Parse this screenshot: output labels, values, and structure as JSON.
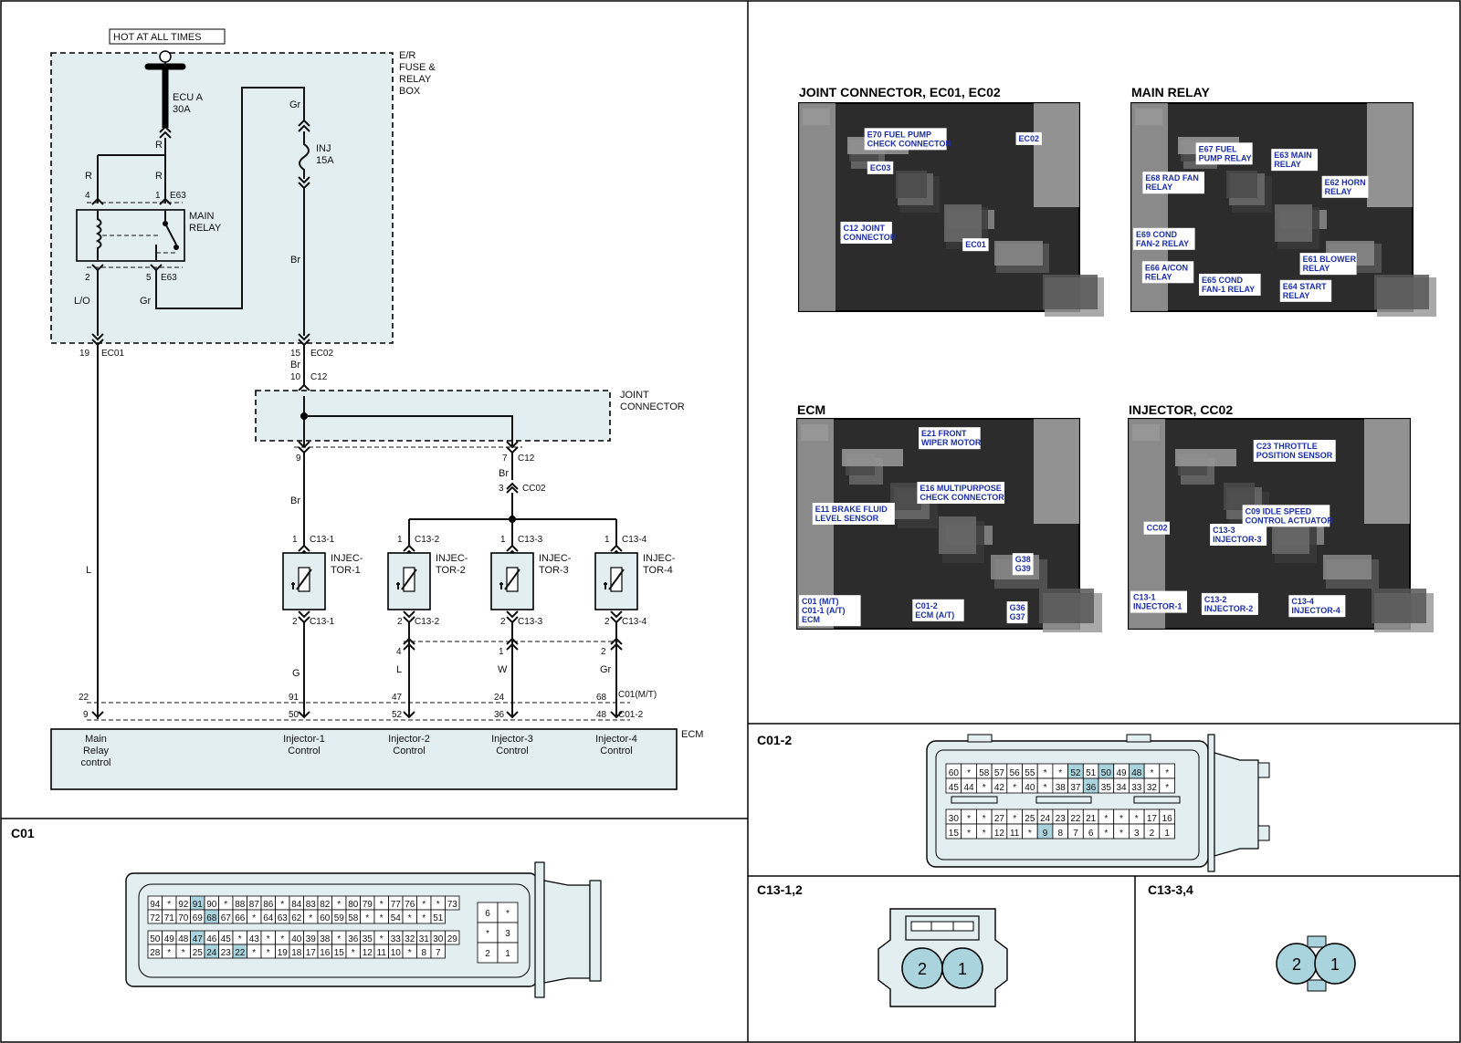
{
  "schematic": {
    "hot_label": "HOT AT ALL TIMES",
    "fuse_box_label": [
      "E/R",
      "FUSE &",
      "RELAY",
      "BOX"
    ],
    "fuse_ecu": [
      "ECU A",
      "30A"
    ],
    "fuse_inj": [
      "INJ",
      "15A"
    ],
    "main_relay_label": [
      "MAIN",
      "RELAY"
    ],
    "joint_connector_label": [
      "JOINT",
      "CONNECTOR"
    ],
    "ecm_label": "ECM",
    "wire_labels": {
      "r1": "R",
      "r2": "R",
      "r3": "R",
      "gr1": "Gr",
      "gr2": "Gr",
      "br1": "Br",
      "lo": "L/O",
      "l": "L",
      "br2": "Br",
      "br3": "Br",
      "br4": "Br",
      "g": "G",
      "l2": "L",
      "w": "W",
      "gr3": "Gr"
    },
    "pins": {
      "p4": "4",
      "p1": "1",
      "e63a": "E63",
      "p2": "2",
      "p5": "5",
      "e63b": "E63",
      "p19": "19",
      "ec01": "EC01",
      "p15": "15",
      "ec02": "EC02",
      "p10": "10",
      "c12a": "C12",
      "p9": "9",
      "p7": "7",
      "c12b": "C12",
      "p3": "3",
      "cc02": "CC02",
      "p22": "22",
      "p9b": "9",
      "p91": "91",
      "p50": "50",
      "p47": "47",
      "p52": "52",
      "p24": "24",
      "p36": "36",
      "p68": "68",
      "p48": "48",
      "c01mt": "C01(M/T)",
      "c012": "C01-2",
      "p4b": "4",
      "p1b": "1",
      "p2b": "2"
    },
    "injectors": [
      {
        "top_pin": "1",
        "top_conn": "C13-1",
        "bot_pin": "2",
        "bot_conn": "C13-1",
        "label": [
          "INJEC-",
          "TOR-1"
        ]
      },
      {
        "top_pin": "1",
        "top_conn": "C13-2",
        "bot_pin": "2",
        "bot_conn": "C13-2",
        "label": [
          "INJEC-",
          "TOR-2"
        ]
      },
      {
        "top_pin": "1",
        "top_conn": "C13-3",
        "bot_pin": "2",
        "bot_conn": "C13-3",
        "label": [
          "INJEC-",
          "TOR-3"
        ]
      },
      {
        "top_pin": "1",
        "top_conn": "C13-4",
        "bot_pin": "2",
        "bot_conn": "C13-4",
        "label": [
          "INJEC-",
          "TOR-4"
        ]
      }
    ],
    "ecm_terminals": [
      [
        "Main",
        "Relay",
        "control"
      ],
      [
        "Injector-1",
        "Control"
      ],
      [
        "Injector-2",
        "Control"
      ],
      [
        "Injector-3",
        "Control"
      ],
      [
        "Injector-4",
        "Control"
      ]
    ]
  },
  "photos": [
    {
      "title": "JOINT CONNECTOR, EC01, EC02",
      "callouts": [
        [
          "E70 FUEL PUMP",
          "CHECK CONNECTOR"
        ],
        [
          "EC02"
        ],
        [
          "EC03"
        ],
        [
          "C12 JOINT",
          "CONNECTOR"
        ],
        [
          "EC01"
        ]
      ]
    },
    {
      "title": "MAIN RELAY",
      "callouts": [
        [
          "E67 FUEL",
          "PUMP RELAY"
        ],
        [
          "E63 MAIN",
          "RELAY"
        ],
        [
          "E68 RAD FAN",
          "RELAY"
        ],
        [
          "E62 HORN",
          "RELAY"
        ],
        [
          "E69 COND",
          "FAN-2 RELAY"
        ],
        [
          "E61 BLOWER",
          "RELAY"
        ],
        [
          "E66 A/CON",
          "RELAY"
        ],
        [
          "E65 COND",
          "FAN-1 RELAY"
        ],
        [
          "E64 START",
          "RELAY"
        ]
      ]
    },
    {
      "title": "ECM",
      "callouts": [
        [
          "E21 FRONT",
          "WIPER MOTOR"
        ],
        [
          "E16 MULTIPURPOSE",
          "CHECK CONNECTOR"
        ],
        [
          "E11 BRAKE FLUID",
          "LEVEL SENSOR"
        ],
        [
          "G38",
          "G39"
        ],
        [
          "C01 (M/T)",
          "C01-1 (A/T)",
          "ECM"
        ],
        [
          "C01-2",
          "ECM (A/T)"
        ],
        [
          "G36",
          "G37"
        ]
      ]
    },
    {
      "title": "INJECTOR, CC02",
      "callouts": [
        [
          "C23 THROTTLE",
          "POSITION SENSOR"
        ],
        [
          "C09 IDLE SPEED",
          "CONTROL ACTUATOR"
        ],
        [
          "CC02"
        ],
        [
          "C13-3",
          "INJECTOR-3"
        ],
        [
          "C13-1",
          "INJECTOR-1"
        ],
        [
          "C13-2",
          "INJECTOR-2"
        ],
        [
          "C13-4",
          "INJECTOR-4"
        ]
      ]
    }
  ],
  "connectors": {
    "c01": {
      "title": "C01",
      "rows": [
        [
          "94",
          "*",
          "92",
          "91",
          "90",
          "*",
          "88",
          "87",
          "86",
          "*",
          "84",
          "83",
          "82",
          "*",
          "80",
          "79",
          "*",
          "77",
          "76",
          "*",
          "*",
          "73"
        ],
        [
          "72",
          "71",
          "70",
          "69",
          "68",
          "67",
          "66",
          "*",
          "64",
          "63",
          "62",
          "*",
          "60",
          "59",
          "58",
          "*",
          "*",
          "54",
          "*",
          "*",
          "51"
        ],
        [
          "50",
          "49",
          "48",
          "47",
          "46",
          "45",
          "*",
          "43",
          "*",
          "*",
          "40",
          "39",
          "38",
          "*",
          "36",
          "35",
          "*",
          "33",
          "32",
          "31",
          "30",
          "29"
        ],
        [
          "28",
          "*",
          "*",
          "25",
          "24",
          "23",
          "22",
          "*",
          "*",
          "19",
          "18",
          "17",
          "16",
          "15",
          "*",
          "12",
          "11",
          "10",
          "*",
          "8",
          "7"
        ]
      ],
      "highlight": [
        "91",
        "68",
        "47",
        "24",
        "22"
      ],
      "side": [
        [
          "6",
          "*"
        ],
        [
          "*",
          "3"
        ],
        [
          "2",
          "1"
        ]
      ]
    },
    "c012": {
      "title": "C01-2",
      "rows": [
        [
          "60",
          "*",
          "58",
          "57",
          "56",
          "55",
          "*",
          "*",
          "52",
          "51",
          "50",
          "49",
          "48",
          "*",
          "*"
        ],
        [
          "45",
          "44",
          "*",
          "42",
          "*",
          "40",
          "*",
          "38",
          "37",
          "36",
          "35",
          "34",
          "33",
          "32",
          "*"
        ],
        [
          "30",
          "*",
          "*",
          "27",
          "*",
          "25",
          "24",
          "23",
          "22",
          "21",
          "*",
          "*",
          "*",
          "17",
          "16"
        ],
        [
          "15",
          "*",
          "*",
          "12",
          "11",
          "*",
          "9",
          "8",
          "7",
          "6",
          "*",
          "*",
          "3",
          "2",
          "1"
        ]
      ],
      "highlight": [
        "52",
        "50",
        "48",
        "36",
        "9"
      ]
    },
    "c1312": {
      "title": "C13-1,2",
      "pins": [
        "2",
        "1"
      ]
    },
    "c1334": {
      "title": "C13-3,4",
      "pins": [
        "2",
        "1"
      ]
    }
  },
  "colors": {
    "box_fill": "#e2eef0",
    "pin_highlight": "#a9d3dd",
    "callout_text": "#1b2fa8"
  }
}
